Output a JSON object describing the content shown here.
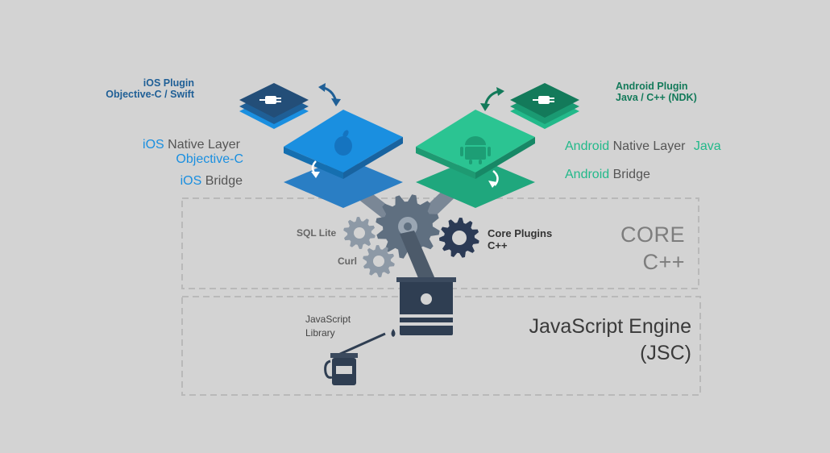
{
  "ios": {
    "plugin_title": "iOS Plugin",
    "plugin_lang": "Objective-C / Swift",
    "native_prefix": "iOS",
    "native_label": "Native Layer",
    "native_lang": "Objective-C",
    "bridge_prefix": "iOS",
    "bridge_label": "Bridge",
    "color": "#1a8fe0"
  },
  "android": {
    "plugin_title": "Android Plugin",
    "plugin_lang": "Java / C++ (NDK)",
    "native_prefix": "Android",
    "native_label": "Native Layer",
    "native_lang": "Java",
    "bridge_prefix": "Android",
    "bridge_label": "Bridge",
    "color": "#22b98a"
  },
  "core": {
    "sql": "SQL Lite",
    "curl": "Curl",
    "plugins_title": "Core Plugins",
    "plugins_lang": "C++",
    "title_line1": "CORE",
    "title_line2": "C++"
  },
  "engine": {
    "library_line1": "JavaScript",
    "library_line2": "Library",
    "title_line1": "JavaScript Engine",
    "title_line2": "(JSC)"
  },
  "icons": {
    "ios_plugin": "plug-icon",
    "android_plugin": "plug-icon",
    "ios_native": "apple-logo-icon",
    "android_native": "android-robot-icon",
    "core_gears": "gear-icon",
    "engine_piston": "piston-icon",
    "oil_can": "oil-can-icon",
    "sync": "sync-arrow-icon"
  },
  "colors": {
    "background": "#d3d3d3",
    "ios_dark": "#1f5f96",
    "android_dark": "#137a5a",
    "gear": "#5f6f80",
    "core_plugins_gear": "#2b3a55",
    "piston": "#2f3e52"
  }
}
